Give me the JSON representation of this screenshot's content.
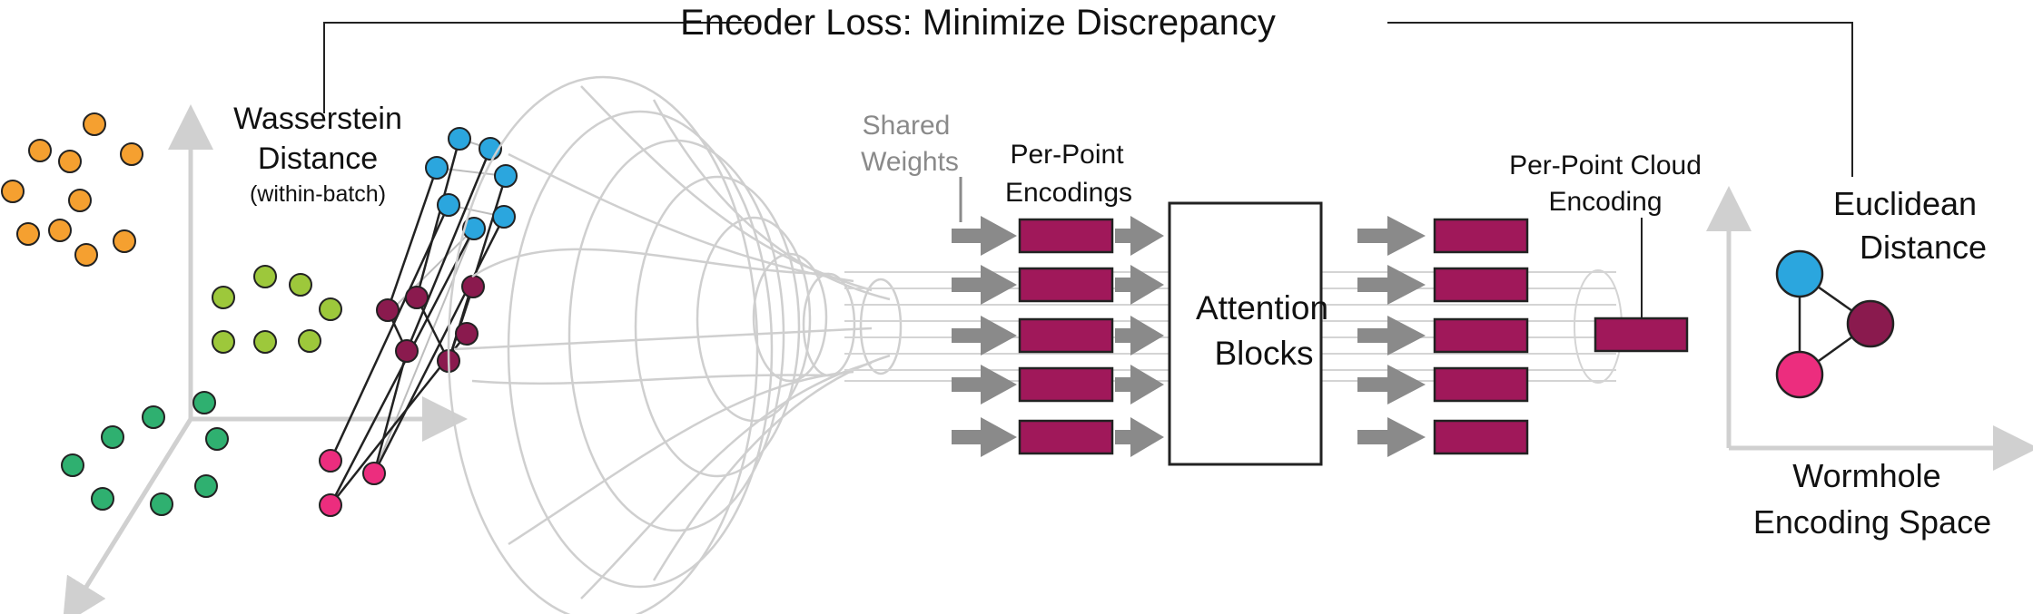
{
  "title": "Encoder Loss: Minimize Discrepancy",
  "wasserstein": {
    "line1": "Wasserstein",
    "line2": "Distance",
    "line3": "(within-batch)"
  },
  "shared_weights": {
    "line1": "Shared",
    "line2": "Weights"
  },
  "per_point_encodings": {
    "line1": "Per-Point",
    "line2": "Encodings"
  },
  "attention": {
    "line1": "Attention",
    "line2": "Blocks"
  },
  "cloud_encoding": {
    "line1": "Per-Point Cloud",
    "line2": "Encoding"
  },
  "euclidean": {
    "line1": "Euclidean",
    "line2": "Distance"
  },
  "wormhole_space": {
    "line1": "Wormhole",
    "line2": "Encoding Space"
  },
  "colors": {
    "orange": "#f5a030",
    "lime": "#9dc83b",
    "green": "#2fb070",
    "blue": "#2ba6de",
    "plum": "#8a1a4e",
    "pink": "#ec2d7e",
    "magenta_box": "#a0185a",
    "arrow_gray": "#8a8a8a",
    "axis_gray": "#d0d0d0",
    "wire_gray": "#cfcfcf"
  }
}
